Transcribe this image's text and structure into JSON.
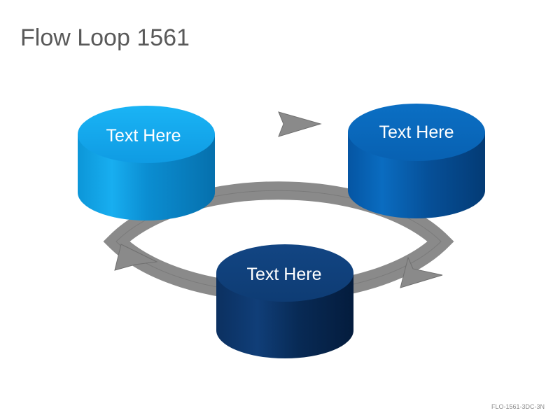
{
  "title": "Flow Loop 1561",
  "footer_code": "FLO-1561-3DC-3N",
  "nodes": [
    {
      "id": "top-left",
      "label": "Text Here"
    },
    {
      "id": "top-right",
      "label": "Text Here"
    },
    {
      "id": "bottom",
      "label": "Text Here"
    }
  ],
  "colors": {
    "node_top_left": "#1DA7E8",
    "node_top_right": "#0A6CC0",
    "node_bottom": "#0E3E7C",
    "arrow": "#8A8A8A",
    "title": "#595959"
  }
}
